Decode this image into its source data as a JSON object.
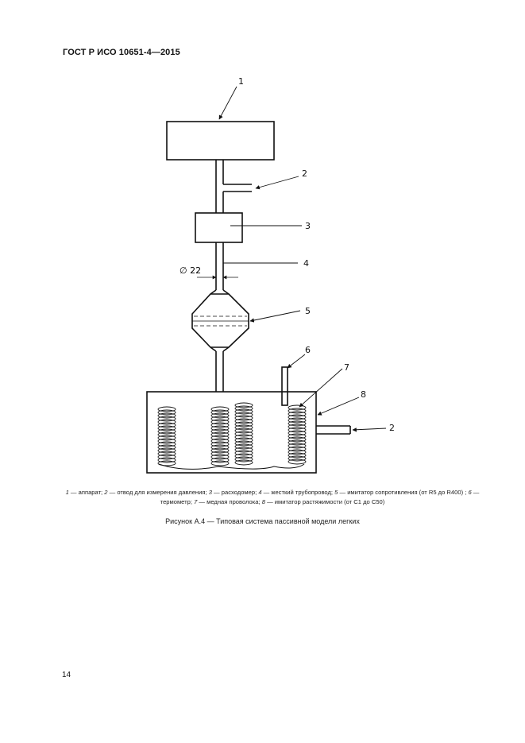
{
  "header": {
    "standard_id": "ГОСТ Р ИСО 10651-4—2015"
  },
  "diagram": {
    "callouts": {
      "c1": "1",
      "c2a": "2",
      "c3": "3",
      "c4": "4",
      "c5": "5",
      "c6": "6",
      "c7": "7",
      "c8": "8",
      "c2b": "2"
    },
    "dimension_label": "∅ 22"
  },
  "caption": {
    "items": [
      {
        "num": "1",
        "text": " — аппарат; "
      },
      {
        "num": "2",
        "text": " — отвод для измерения давления; "
      },
      {
        "num": "3",
        "text": " — расходомер; "
      },
      {
        "num": "4",
        "text": " — жесткий трубопровод; "
      },
      {
        "num": "5",
        "text": " — имитатор сопротивления (от R5 до R400) ; "
      },
      {
        "num": "6",
        "text": " — термометр; "
      },
      {
        "num": "7",
        "text": " — медная проволока; "
      },
      {
        "num": "8",
        "text": " — имитатор растяжимости (от C1 до C50)"
      }
    ]
  },
  "figure_title": "Рисунок А.4 — Типовая система пассивной модели легких",
  "page_number": "14"
}
